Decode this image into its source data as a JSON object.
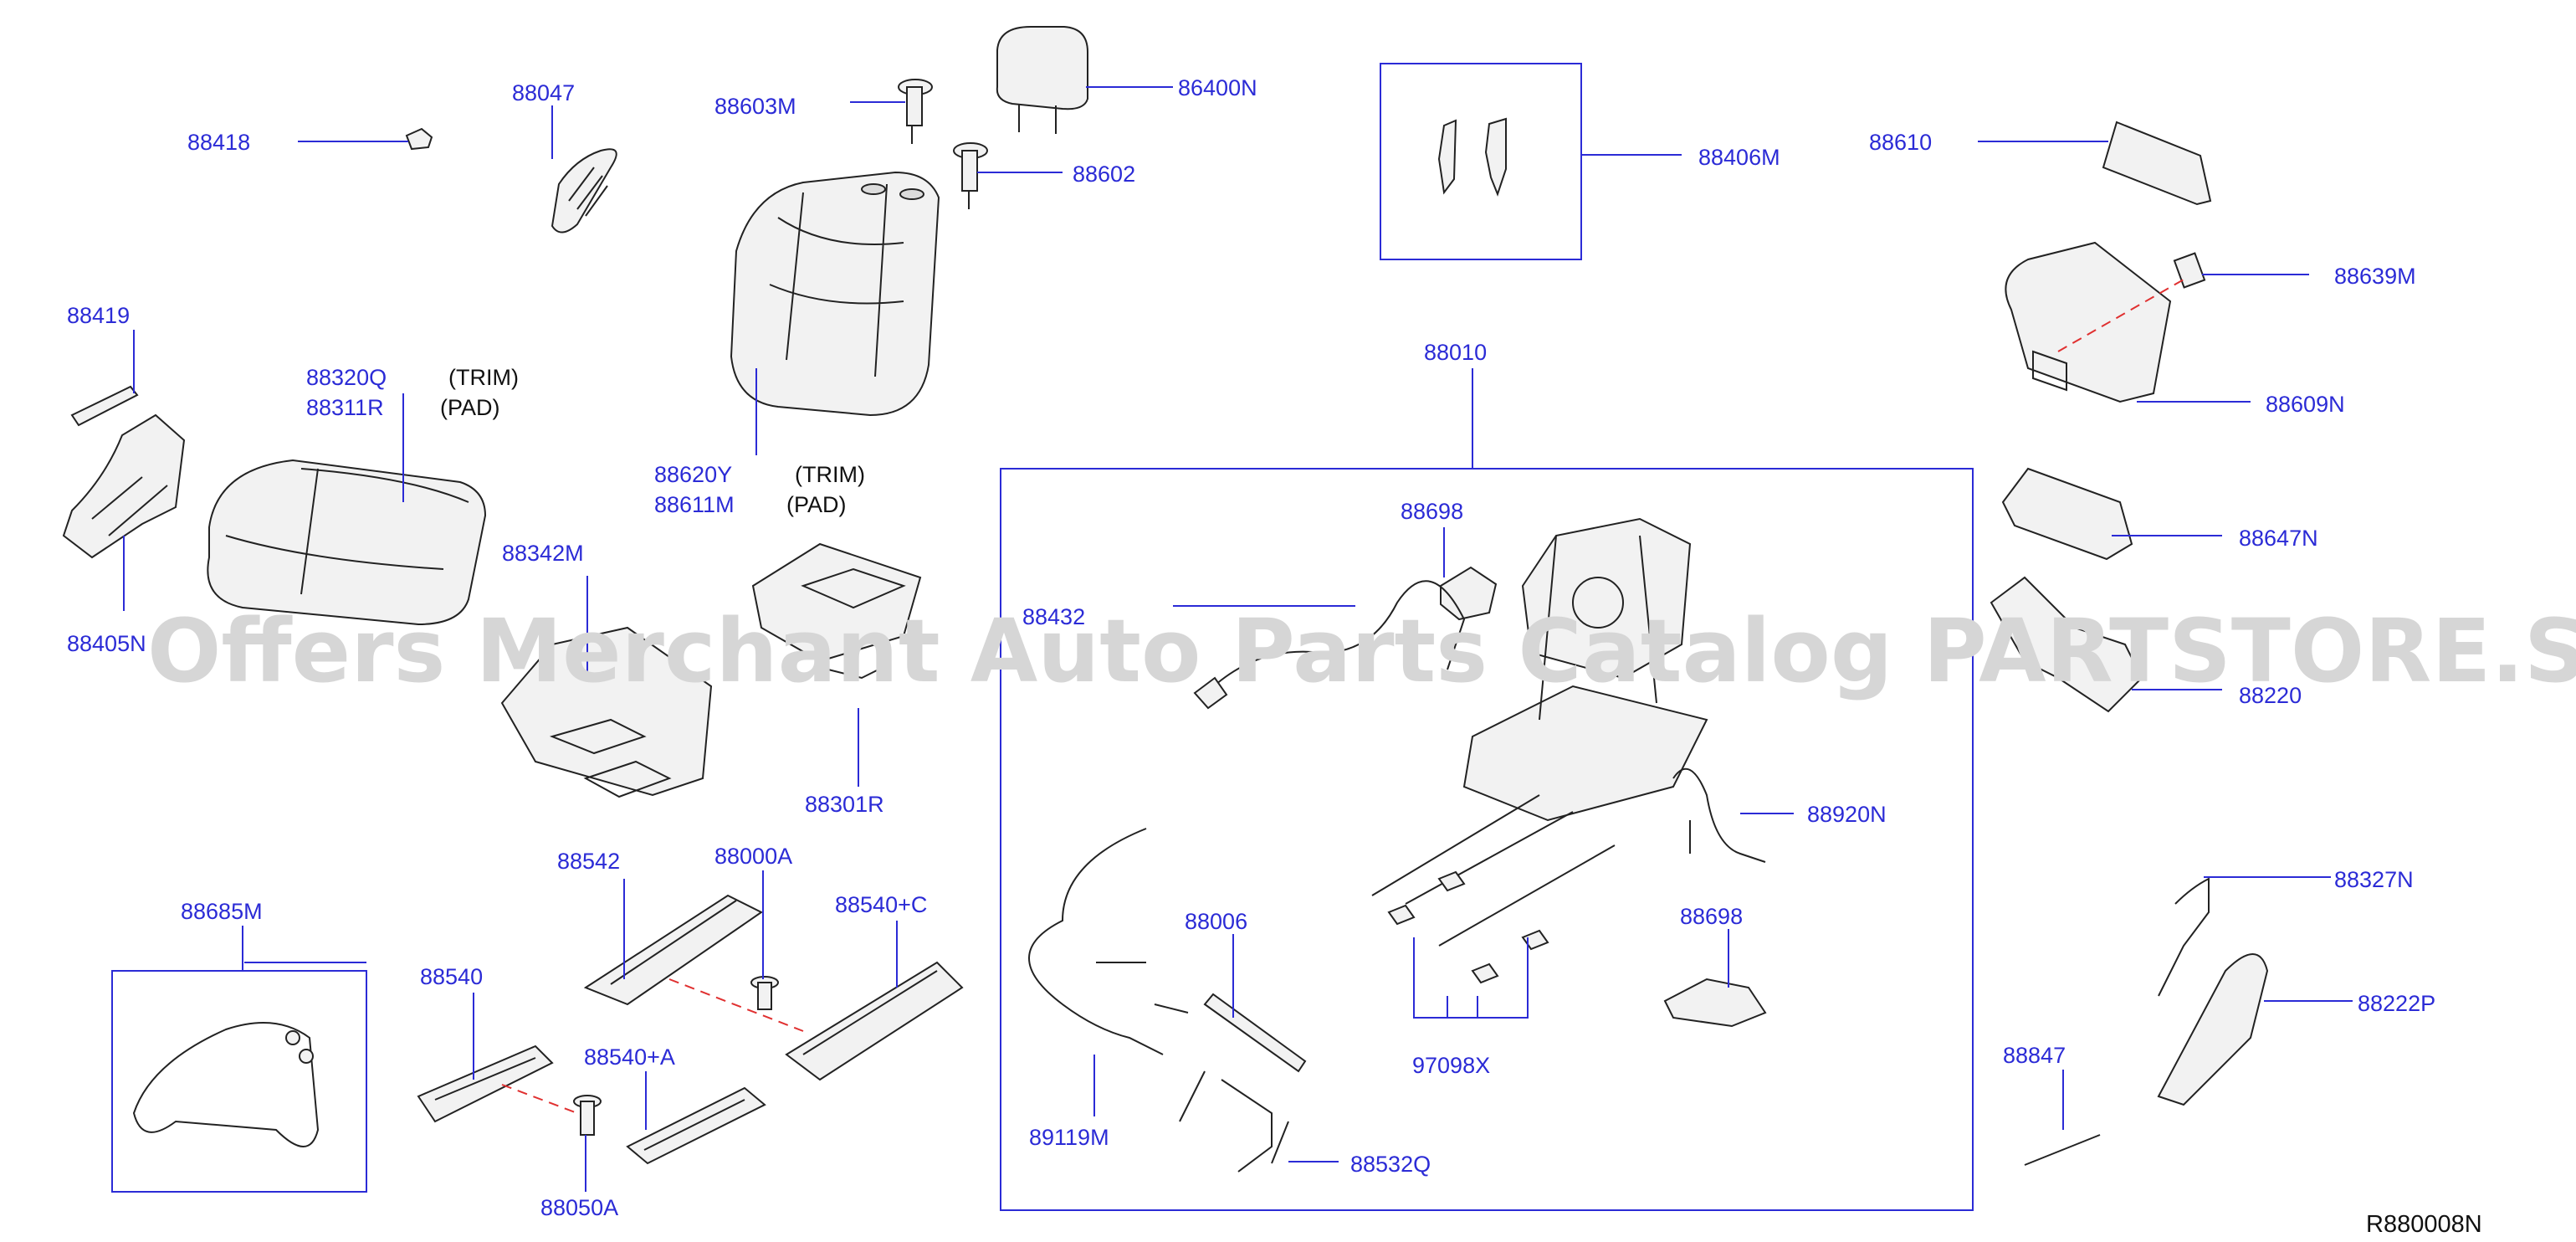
{
  "labels": {
    "p88418": "88418",
    "p88047": "88047",
    "p88603M": "88603M",
    "p86400N": "86400N",
    "p88602": "88602",
    "p88406M": "88406M",
    "p88610": "88610",
    "p88639M": "88639M",
    "p88609N": "88609N",
    "p88419": "88419",
    "p88320Q": "88320Q",
    "p88311R": "88311R",
    "p88405N": "88405N",
    "p88620Y": "88620Y",
    "p88611M": "88611M",
    "p88010": "88010",
    "p88647N": "88647N",
    "p88342M": "88342M",
    "p88698a": "88698",
    "p88432": "88432",
    "p88220": "88220",
    "p88301R": "88301R",
    "p88920N": "88920N",
    "p88542": "88542",
    "p88000A": "88000A",
    "p88540C": "88540+C",
    "p88685M": "88685M",
    "p88006": "88006",
    "p88698b": "88698",
    "p88327N": "88327N",
    "p88540": "88540",
    "p88222P": "88222P",
    "p88540A": "88540+A",
    "p97098X": "97098X",
    "p88847": "88847",
    "p89119M": "89119M",
    "p88532Q": "88532Q",
    "p88050A": "88050A"
  },
  "notes": {
    "trim_a": "(TRIM)",
    "pad_a": "(PAD)",
    "trim_b": "(TRIM)",
    "pad_b": "(PAD)"
  },
  "watermark": "Offers Merchant Auto Parts Catalog PARTSTORE.SA",
  "reference": "R880008N",
  "colors": {
    "label": "#2b2bd6",
    "dashed_link": "#e03030",
    "watermark": "#d6d6d6"
  }
}
